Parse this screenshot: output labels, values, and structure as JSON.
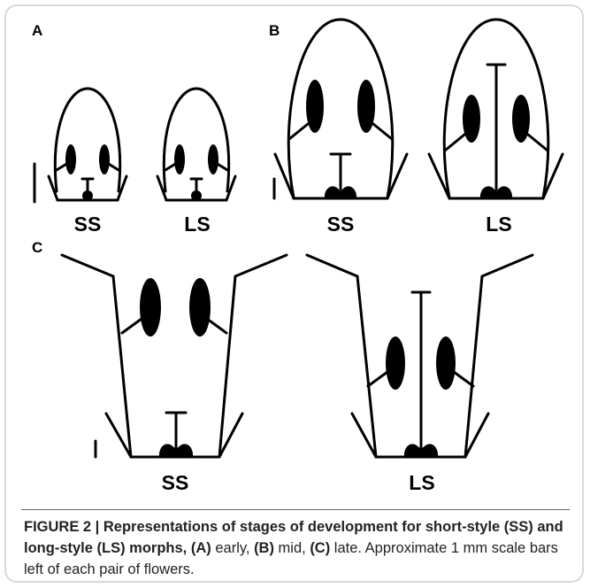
{
  "panels": {
    "A": {
      "label": "A",
      "short_style": "SS",
      "long_style": "LS"
    },
    "B": {
      "label": "B",
      "short_style": "SS",
      "long_style": "LS"
    },
    "C": {
      "label": "C",
      "short_style": "SS",
      "long_style": "LS"
    }
  },
  "caption": {
    "figure_label": "FIGURE 2 | Representations of stages of development for short-style (SS) and long-style (LS) morphs,",
    "ref_a": "(A)",
    "text_a": " early, ",
    "ref_b": "(B)",
    "text_b": " mid, ",
    "ref_c": "(C)",
    "text_c": " late. Approximate 1 mm scale bars left of each pair of flowers."
  },
  "colors": {
    "ink": "#000000",
    "border": "#d8d8d8",
    "caption_text": "#222222"
  }
}
